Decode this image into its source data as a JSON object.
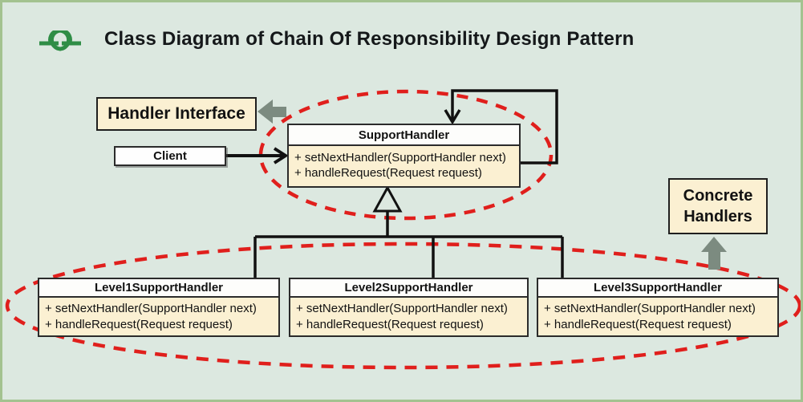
{
  "header": {
    "title": "Class Diagram of Chain Of Responsibility Design Pattern",
    "logo": "geeksforgeeks-logo",
    "logo_color": "#2f8d46"
  },
  "labels": {
    "handler_interface": "Handler Interface",
    "concrete_line1": "Concrete",
    "concrete_line2": "Handlers",
    "client": "Client"
  },
  "classes": [
    {
      "name": "SupportHandler",
      "methods": [
        "+ setNextHandler(SupportHandler next)",
        "+ handleRequest(Request request)"
      ]
    },
    {
      "name": "Level1SupportHandler",
      "methods": [
        "+ setNextHandler(SupportHandler next)",
        "+ handleRequest(Request request)"
      ]
    },
    {
      "name": "Level2SupportHandler",
      "methods": [
        "+ setNextHandler(SupportHandler next)",
        "+ handleRequest(Request request)"
      ]
    },
    {
      "name": "Level3SupportHandler",
      "methods": [
        "+ setNextHandler(SupportHandler next)",
        "+ handleRequest(Request request)"
      ]
    }
  ],
  "relations": {
    "client_to_handler": "association-arrow",
    "self_loop": "successor-self-association",
    "generalization": "hollow-triangle-inheritance"
  },
  "colors": {
    "background": "#dce8e0",
    "frame_border": "#a3c290",
    "note_fill": "#fbf0d2",
    "class_body_fill": "#fbf0d2",
    "class_header_fill": "#fdfdfb",
    "line_black": "#111111",
    "dashed_ellipse_red": "#e01f1c",
    "pointer_gray": "#7c8b80"
  }
}
